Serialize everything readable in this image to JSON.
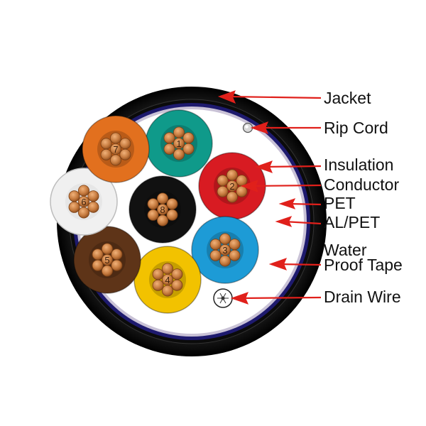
{
  "colors": {
    "jacket": "#0d0d0d",
    "al_pet": "#1e1a6e",
    "pet": "#c9c2d6",
    "filler": "#ffffff",
    "copper": "#c57a3e",
    "copper_edge": "#7a3f14",
    "arrow": "#e0201b"
  },
  "cores": [
    {
      "number": "1",
      "color": "#0f9a8a"
    },
    {
      "number": "2",
      "color": "#d81b22"
    },
    {
      "number": "3",
      "color": "#1d9bd6"
    },
    {
      "number": "4",
      "color": "#f2c200"
    },
    {
      "number": "5",
      "color": "#5e3418"
    },
    {
      "number": "6",
      "color": "#f0f0f0"
    },
    {
      "number": "7",
      "color": "#e2701e"
    },
    {
      "number": "8",
      "color": "#111111"
    }
  ],
  "labels": {
    "jacket": "Jacket",
    "rip_cord": "Rip Cord",
    "insulation": "Insulation",
    "conductor": "Conductor",
    "pet": "PET",
    "al_pet": "AL/PET",
    "water_line1": "Water",
    "water_line2": "Proof Tape",
    "drain_wire": "Drain Wire"
  }
}
